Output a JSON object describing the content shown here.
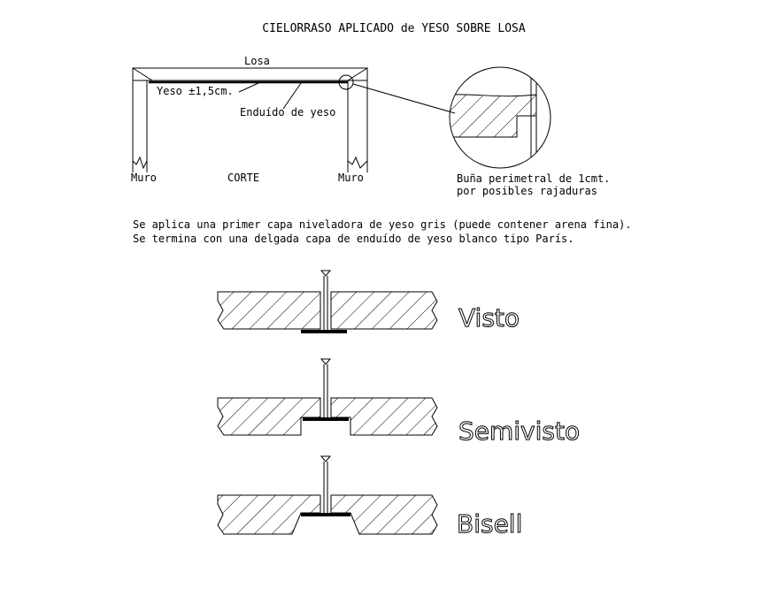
{
  "title": "CIELORRASO APLICADO de YESO SOBRE LOSA",
  "section": {
    "losa": "Losa",
    "yeso": "Yeso ±1,5cm.",
    "enduido": "Enduído de yeso",
    "muro_left": "Muro",
    "muro_right": "Muro",
    "corte": "CORTE"
  },
  "detail": {
    "line1": "Buña perimetral de 1cmt.",
    "line2": "por posibles rajaduras"
  },
  "notes": {
    "line1": "Se aplica una primer capa niveladora de yeso gris (puede contener arena fina).",
    "line2": "Se termina con una delgada capa de enduído de yeso blanco tipo París."
  },
  "panels": [
    {
      "label": "Visto"
    },
    {
      "label": "Semivisto"
    },
    {
      "label": "Bisell"
    }
  ]
}
